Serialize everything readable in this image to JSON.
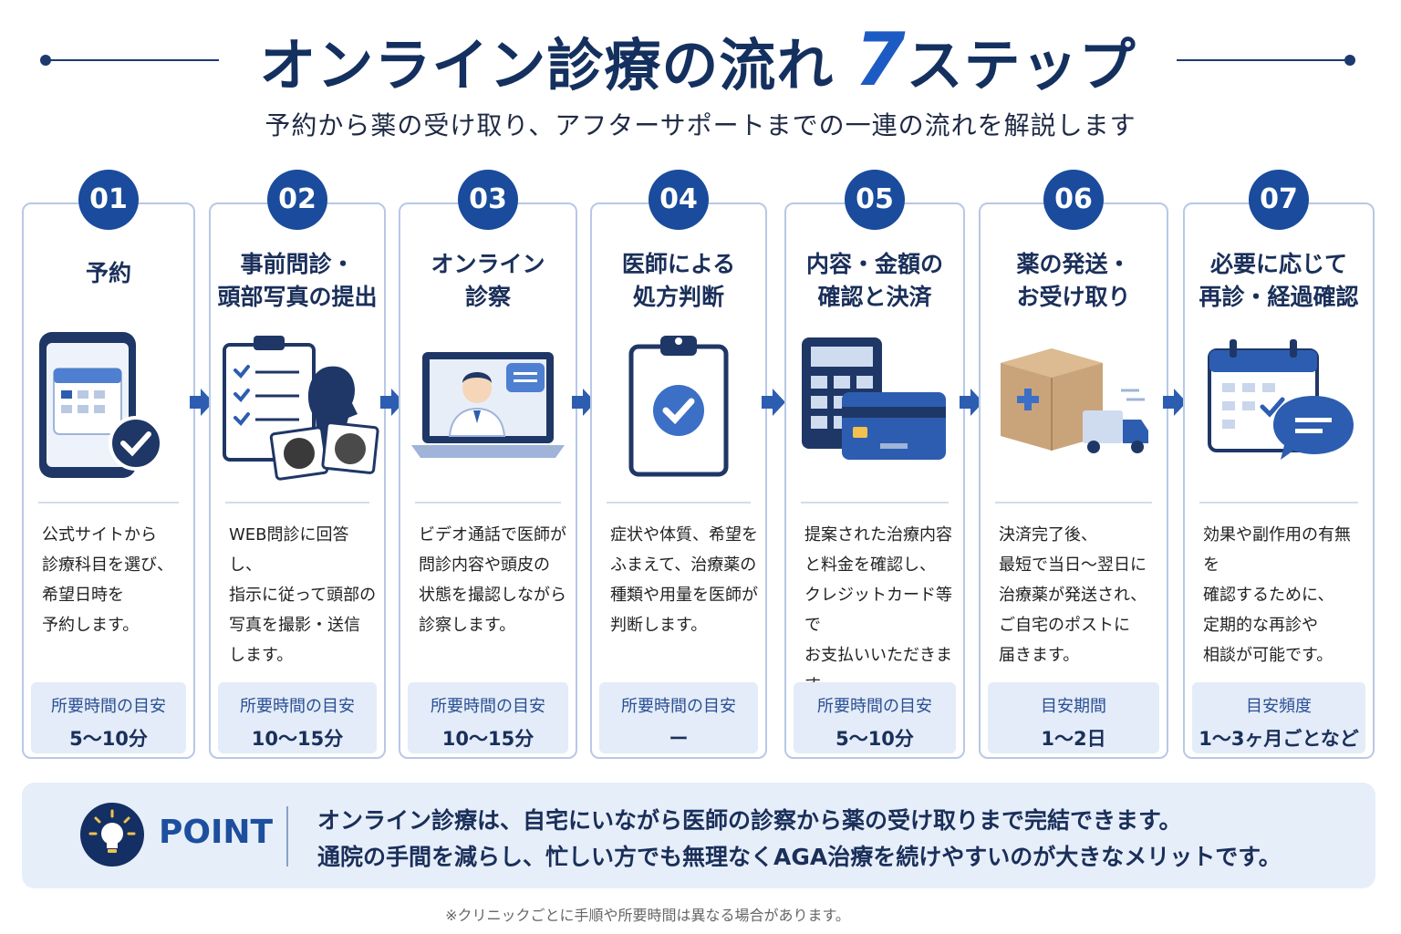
{
  "header": {
    "title_main": "オンライン診療の流れ",
    "title_num": "7",
    "title_suffix": "ステップ",
    "subtitle": "予約から薬の受け取り、アフターサポートまでの一連の流れを解説します"
  },
  "steps": [
    {
      "num": "01",
      "title": "予約",
      "desc": "公式サイトから\n診療科目を選び、\n希望日時を\n予約します。",
      "info_label": "所要時間の目安",
      "info_value": "5〜10分",
      "icon": "calendar-phone-icon"
    },
    {
      "num": "02",
      "title": "事前問診・\n頭部写真の提出",
      "desc": "WEB問診に回答し、\n指示に従って頭部の\n写真を撮影・送信\nします。",
      "info_label": "所要時間の目安",
      "info_value": "10〜15分",
      "icon": "questionnaire-photo-icon"
    },
    {
      "num": "03",
      "title": "オンライン\n診察",
      "desc": "ビデオ通話で医師が\n問診内容や頭皮の\n状態を撮認しながら\n診察します。",
      "info_label": "所要時間の目安",
      "info_value": "10〜15分",
      "icon": "laptop-doctor-icon"
    },
    {
      "num": "04",
      "title": "医師による\n処方判断",
      "desc": "症状や体質、希望を\nふまえて、治療薬の\n種類や用量を医師が\n判断します。",
      "info_label": "所要時間の目安",
      "info_value": "ー",
      "icon": "clipboard-check-icon"
    },
    {
      "num": "05",
      "title": "内容・金額の\n確認と決済",
      "desc": "提案された治療内容\nと料金を確認し、\nクレジットカード等で\nお支払いいただきます。",
      "info_label": "所要時間の目安",
      "info_value": "5〜10分",
      "icon": "calculator-card-icon"
    },
    {
      "num": "06",
      "title": "薬の発送・\nお受け取り",
      "desc": "決済完了後、\n最短で当日〜翌日に\n治療薬が発送され、\nご自宅のポストに\n届きます。",
      "info_label": "目安期間",
      "info_value": "1〜2日",
      "icon": "package-truck-icon"
    },
    {
      "num": "07",
      "title": "必要に応じて\n再診・経過確認",
      "desc": "効果や副作用の有無を\n確認するために、\n定期的な再診や\n相談が可能です。",
      "info_label": "目安頻度",
      "info_value": "1〜3ヶ月ごとなど",
      "icon": "calendar-chat-icon"
    }
  ],
  "point": {
    "label": "POINT",
    "line1": "オンライン診療は、自宅にいながら医師の診察から薬の受け取りまで完結できます。",
    "line2": "通院の手間を減らし、忙しい方でも無理なくAGA治療を続けやすいのが大きなメリットです。"
  },
  "footnote": "※クリニックごとに手順や所要時間は異なる場合があります。",
  "colors": {
    "primary": "#1a4b9c",
    "navy": "#14305f",
    "accent": "#1d5bc4",
    "info_bg": "#e3ecf8"
  }
}
